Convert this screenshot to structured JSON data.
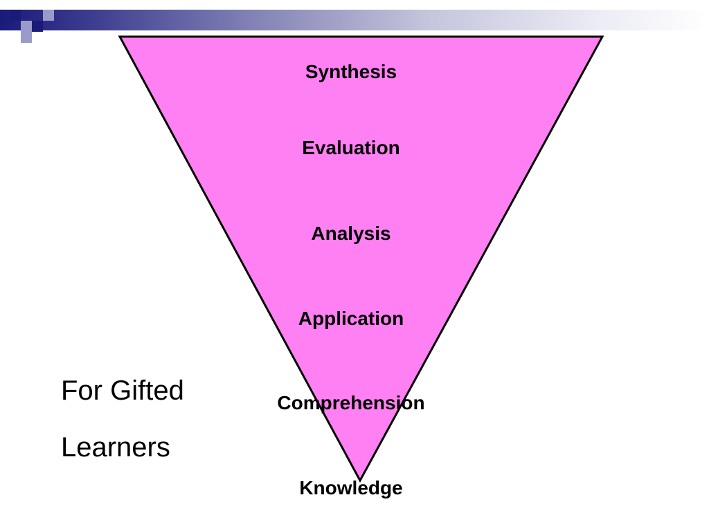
{
  "slide": {
    "accent_color": "#1a1a7a",
    "decor_light_color": "#9b9bcb"
  },
  "diagram": {
    "fill_color": "#ff80f2",
    "stroke_color": "#000000",
    "levels": [
      {
        "label": "Synthesis"
      },
      {
        "label": "Evaluation"
      },
      {
        "label": "Analysis"
      },
      {
        "label": "Application"
      },
      {
        "label": "Comprehension"
      },
      {
        "label": "Knowledge"
      }
    ]
  },
  "caption": {
    "line1": "For Gifted",
    "line2": "Learners"
  }
}
